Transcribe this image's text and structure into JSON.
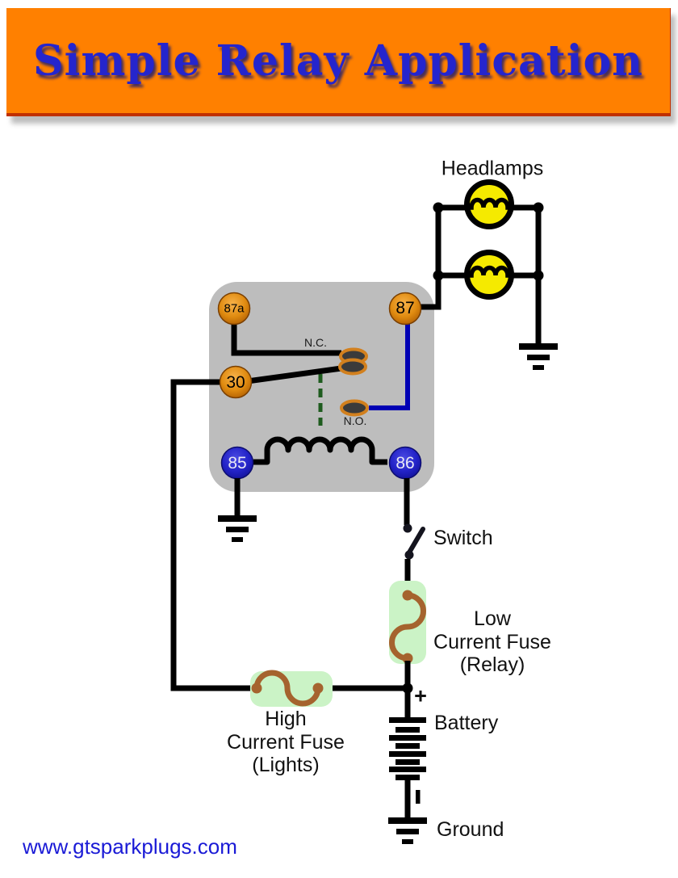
{
  "banner": {
    "title": "Simple Relay Application"
  },
  "relay": {
    "terminals": [
      {
        "id": "87a",
        "type": "power"
      },
      {
        "id": "87",
        "type": "power"
      },
      {
        "id": "30",
        "type": "power"
      },
      {
        "id": "85",
        "type": "coil"
      },
      {
        "id": "86",
        "type": "coil"
      }
    ],
    "contact_labels": {
      "nc": "N.C.",
      "no": "N.O."
    }
  },
  "labels": {
    "headlamps": "Headlamps",
    "switch": "Switch",
    "low_fuse_line1": "Low",
    "low_fuse_line2": "Current Fuse",
    "low_fuse_line3": "(Relay)",
    "high_fuse_line1": "High",
    "high_fuse_line2": "Current Fuse",
    "high_fuse_line3": "(Lights)",
    "battery": "Battery",
    "battery_positive": "+",
    "ground": "Ground"
  },
  "footer": {
    "website": "www.gtsparkplugs.com"
  },
  "colors": {
    "banner_bg": "#FF8000",
    "banner_border": "#C03000",
    "title_text": "#2525CD",
    "relay_body": "#BDBDBD",
    "power_terminal_orange": "#D98510",
    "coil_terminal_blue": "#2323C8",
    "wire_black": "#000000",
    "no_wire_blue": "#0000B4",
    "armature_guide_green": "#1E5C1E",
    "contact_fill": "#3B3B3B",
    "contact_ring": "#D2801E",
    "lamp_yellow": "#F5EA00",
    "fuse_highlight_green": "#CBF3C6",
    "fuse_element_brown": "#A5632E",
    "website_text": "#1A1AD6"
  }
}
